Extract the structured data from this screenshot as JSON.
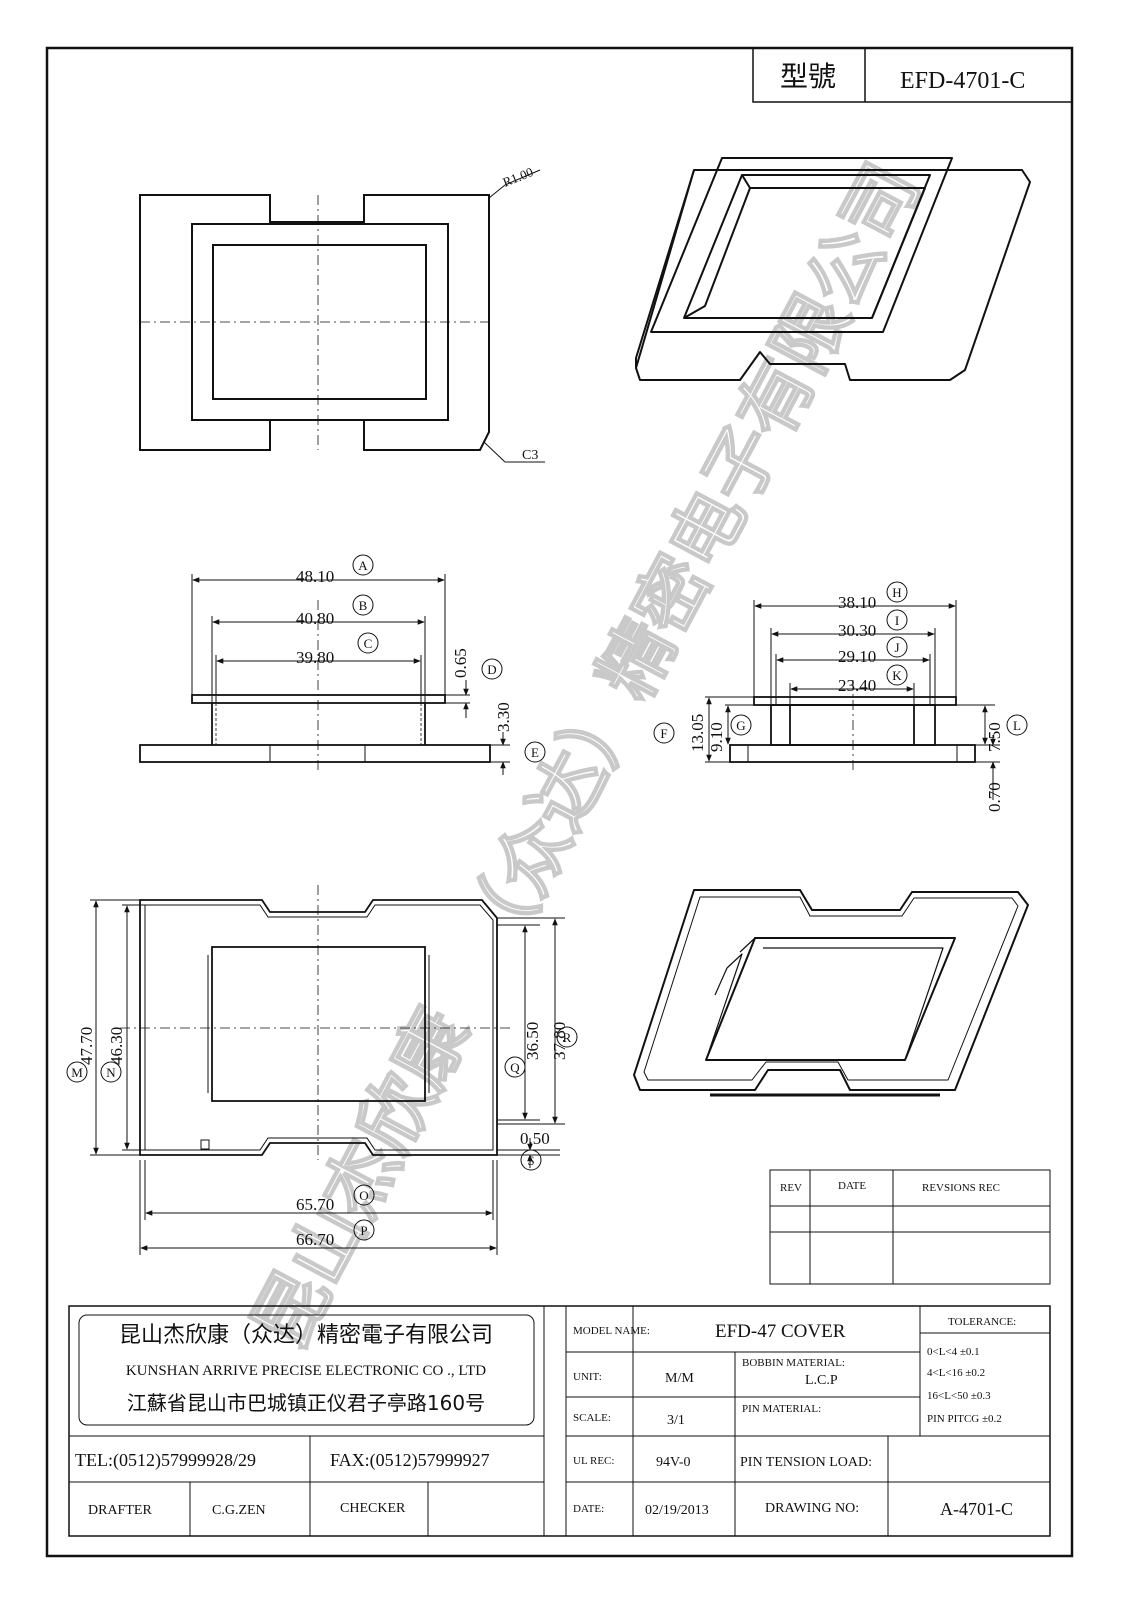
{
  "header": {
    "model_label": "型號",
    "model_value": "EFD-4701-C"
  },
  "callouts": {
    "radius": "R1.00",
    "chamfer": "C3"
  },
  "dimensions": [
    {
      "value": "48.10",
      "letter": "A"
    },
    {
      "value": "40.80",
      "letter": "B"
    },
    {
      "value": "39.80",
      "letter": "C"
    },
    {
      "value": "0.65",
      "letter": "D"
    },
    {
      "value": "3.30",
      "letter": "E"
    },
    {
      "value": "13.05",
      "letter": "F"
    },
    {
      "value": "9.10",
      "letter": "G"
    },
    {
      "value": "38.10",
      "letter": "H"
    },
    {
      "value": "30.30",
      "letter": "I"
    },
    {
      "value": "29.10",
      "letter": "J"
    },
    {
      "value": "23.40",
      "letter": "K"
    },
    {
      "value": "7.50",
      "letter": "L"
    },
    {
      "value": "47.70",
      "letter": "M"
    },
    {
      "value": "46.30",
      "letter": "N"
    },
    {
      "value": "65.70",
      "letter": "O"
    },
    {
      "value": "66.70",
      "letter": "P"
    },
    {
      "value": "36.50",
      "letter": "Q"
    },
    {
      "value": "37.80",
      "letter": "R"
    },
    {
      "value": "0.50",
      "letter": "S"
    },
    {
      "value": "0.70",
      "letter": ""
    }
  ],
  "watermark": {
    "line1": "昆山杰欣康",
    "line2": "（众达）精密电子有限公司"
  },
  "revision_table": {
    "headers": [
      "REV",
      "DATE",
      "REVSIONS  REC"
    ]
  },
  "company": {
    "name_cn": "昆山杰欣康（众达）精密電子有限公司",
    "name_en": "KUNSHAN ARRIVE PRECISE ELECTRONIC CO ., LTD",
    "address": "江蘇省昆山市巴城镇正仪君子亭路160号",
    "tel": "TEL:(0512)57999928/29",
    "fax": "FAX:(0512)57999927",
    "drafter_label": "DRAFTER",
    "drafter_value": "C.G.ZEN",
    "checker_label": "CHECKER",
    "checker_value": ""
  },
  "title_block": {
    "model_name_label": "MODEL NAME:",
    "model_name_value": "EFD-47 COVER",
    "unit_label": "UNIT:",
    "unit_value": "M/M",
    "scale_label": "SCALE:",
    "scale_value": "3/1",
    "ul_label": "UL REC:",
    "ul_value": "94V-0",
    "date_label": "DATE:",
    "date_value": "02/19/2013",
    "bobbin_label": "BOBBIN MATERIAL:",
    "bobbin_value": "L.C.P",
    "pin_material_label": "PIN MATERIAL:",
    "pin_tension_label": "PIN TENSION LOAD:",
    "drawing_no_label": "DRAWING NO:",
    "drawing_no_value": "A-4701-C",
    "tolerance_label": "TOLERANCE:",
    "tolerances": [
      "0<L<4   ±0.1",
      "4<L<16  ±0.2",
      "16<L<50 ±0.3",
      "PIN PITCG ±0.2"
    ]
  }
}
